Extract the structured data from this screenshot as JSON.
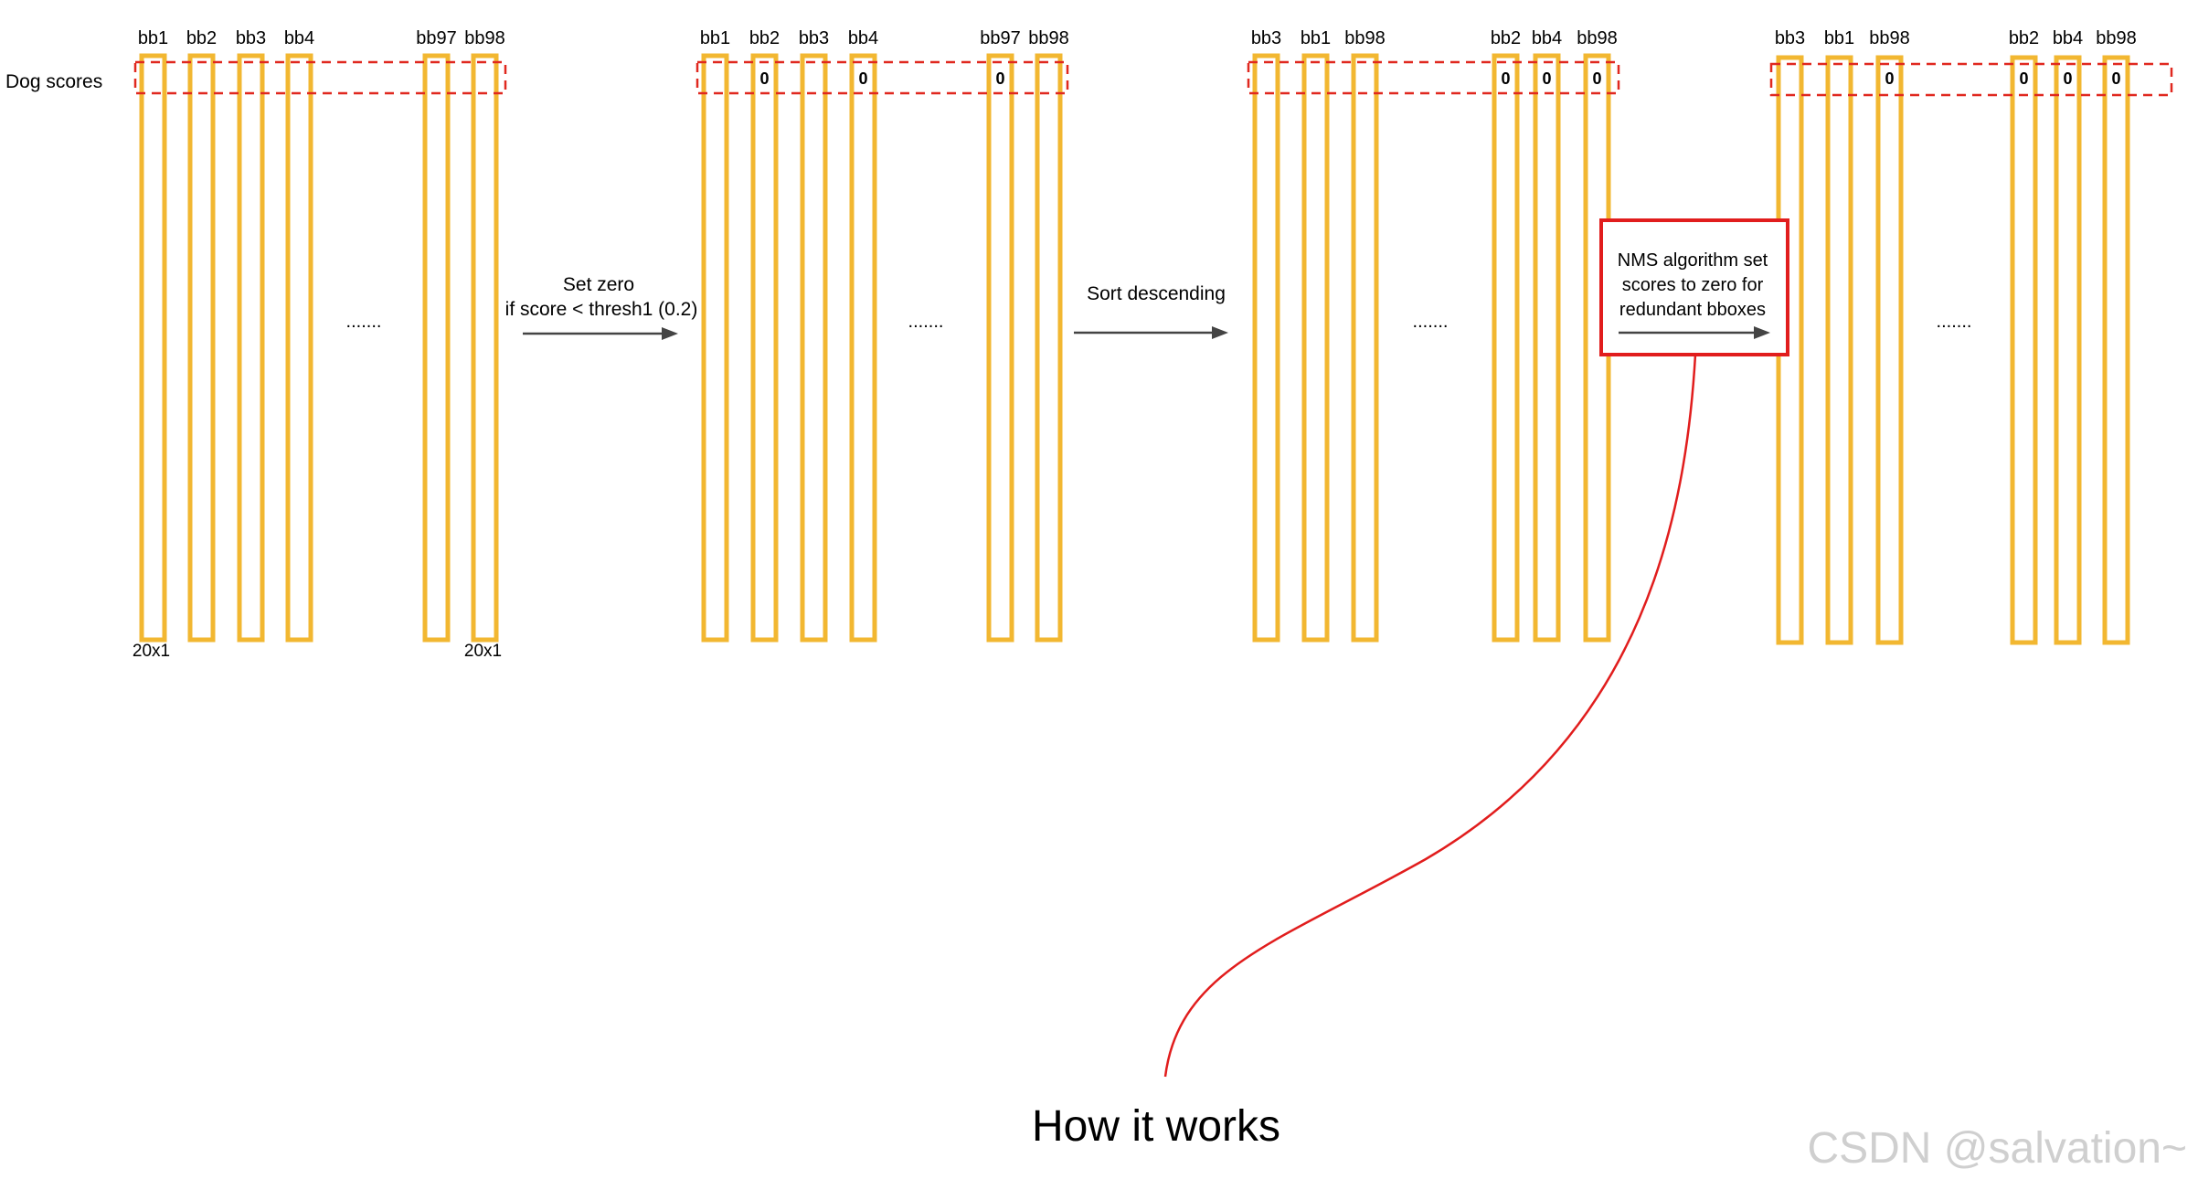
{
  "row_label": "Dog scores",
  "dim_label": "20x1",
  "ellipsis": ".......",
  "zero": "0",
  "stages": [
    {
      "bars": [
        {
          "label": "bb1",
          "zero": false
        },
        {
          "label": "bb2",
          "zero": false
        },
        {
          "label": "bb3",
          "zero": false
        },
        {
          "label": "bb4",
          "zero": false
        },
        {
          "label": "bb97",
          "zero": false
        },
        {
          "label": "bb98",
          "zero": false
        }
      ],
      "show_dims": true
    },
    {
      "bars": [
        {
          "label": "bb1",
          "zero": false
        },
        {
          "label": "bb2",
          "zero": true
        },
        {
          "label": "bb3",
          "zero": false
        },
        {
          "label": "bb4",
          "zero": true
        },
        {
          "label": "bb97",
          "zero": true
        },
        {
          "label": "bb98",
          "zero": false
        }
      ],
      "show_dims": false
    },
    {
      "bars": [
        {
          "label": "bb3",
          "zero": false
        },
        {
          "label": "bb1",
          "zero": false
        },
        {
          "label": "bb98",
          "zero": false
        },
        {
          "label": "bb2",
          "zero": true
        },
        {
          "label": "bb4",
          "zero": true
        },
        {
          "label": "bb98",
          "zero": true
        }
      ],
      "show_dims": false
    },
    {
      "bars": [
        {
          "label": "bb3",
          "zero": false
        },
        {
          "label": "bb1",
          "zero": false
        },
        {
          "label": "bb98",
          "zero": true
        },
        {
          "label": "bb2",
          "zero": true
        },
        {
          "label": "bb4",
          "zero": true
        },
        {
          "label": "bb98",
          "zero": true
        }
      ],
      "show_dims": false
    }
  ],
  "transitions": [
    {
      "lines": [
        "Set zero",
        "if score < thresh1 (0.2)"
      ]
    },
    {
      "lines": [
        "Sort descending"
      ]
    },
    {
      "lines": [
        "NMS algorithm set",
        "scores to zero for",
        "redundant bboxes"
      ]
    }
  ],
  "caption": "How it works",
  "watermark": "CSDN @salvation~",
  "colors": {
    "bar": "#f2b731",
    "dashed_box": "#e0281f",
    "nms_box": "#e11d1d",
    "arrow": "#444444"
  }
}
